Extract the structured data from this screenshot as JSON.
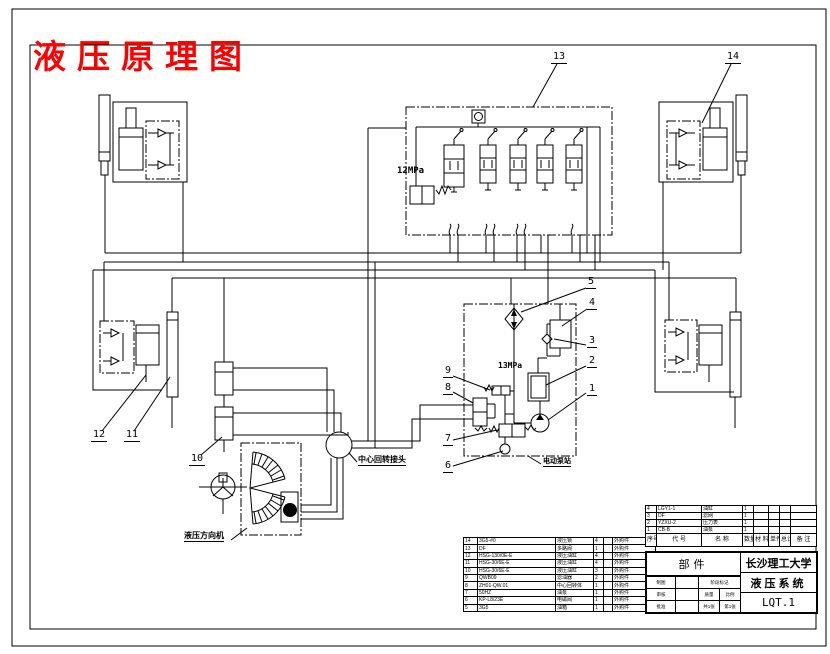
{
  "colors": {
    "ink": "#000000",
    "title": "#ff0000",
    "paper": "#ffffff"
  },
  "title": "液压原理图",
  "labels": {
    "pressure_main": "12MPa",
    "pressure_station": "13MPa",
    "rotary_joint": "中心回转接头",
    "steering_gear": "液压方向机",
    "pump_station": "电动泵站"
  },
  "callouts": {
    "n1": "1",
    "n2": "2",
    "n3": "3",
    "n4": "4",
    "n5": "5",
    "n6": "6",
    "n7": "7",
    "n8": "8",
    "n9": "9",
    "n10": "10",
    "n11": "11",
    "n12": "12",
    "n13": "13",
    "n14": "14"
  },
  "bom_upper": {
    "headers": {
      "no": "序号",
      "code": "代  号",
      "name": "名  称",
      "qty": "数量",
      "mat": "材 料",
      "unit": "单件",
      "total": "总计",
      "note": "备 注"
    },
    "rows": [
      {
        "no": "4",
        "code": "LGY1-1",
        "name": "油缸",
        "qty": "1",
        "mat": "",
        "note": ""
      },
      {
        "no": "3",
        "code": "DF",
        "name": "滤网",
        "qty": "1",
        "mat": "",
        "note": ""
      },
      {
        "no": "2",
        "code": "YZXU-2",
        "name": "压力表",
        "qty": "1",
        "mat": "",
        "note": ""
      },
      {
        "no": "1",
        "code": "CB-B",
        "name": "油泵",
        "qty": "1",
        "mat": "",
        "note": ""
      }
    ]
  },
  "bom_main": {
    "rows": [
      {
        "no": "14",
        "code": "3G5-#0",
        "name": "液压锁",
        "qty": "4",
        "mat": "",
        "note": "外购件"
      },
      {
        "no": "13",
        "code": "DF",
        "name": "多路阀",
        "qty": "1",
        "mat": "",
        "note": "外购件"
      },
      {
        "no": "12",
        "code": "HSG-130/0E-E",
        "name": "液压油缸",
        "qty": "4",
        "mat": "",
        "note": "外购件"
      },
      {
        "no": "11",
        "code": "HSG-30/6E-E",
        "name": "液压油缸",
        "qty": "4",
        "mat": "",
        "note": "外购件"
      },
      {
        "no": "10",
        "code": "HSG-30/6E-E",
        "name": "液压油缸",
        "qty": "3",
        "mat": "",
        "note": "外购件"
      },
      {
        "no": "9",
        "code": "QWB09",
        "name": "滤油器",
        "qty": "2",
        "mat": "",
        "note": "外购件"
      },
      {
        "no": "8",
        "code": "ZH01-QW.01",
        "name": "中心回转体",
        "qty": "1",
        "mat": "",
        "note": "外购件"
      },
      {
        "no": "7",
        "code": "50HZ",
        "name": "油泵",
        "qty": "1",
        "mat": "",
        "note": "外购件"
      },
      {
        "no": "6",
        "code": "KP-L8/23E",
        "name": "电磁阀",
        "qty": "1",
        "mat": "",
        "note": "外购件"
      },
      {
        "no": "5",
        "code": "3G5",
        "name": "油箱",
        "qty": "1",
        "mat": "",
        "note": "外购件"
      }
    ]
  },
  "title_block": {
    "part": "部件",
    "company": "长沙理工大学",
    "product": "液压系统",
    "drawing_no": "LQT.1",
    "sig_labels": [
      "制图",
      "审核",
      "批准"
    ],
    "stage_label": "阶段标记",
    "mass_label": "质量",
    "scale_label": "比例",
    "sheets": "共1张",
    "sheet_no": "第1张"
  }
}
